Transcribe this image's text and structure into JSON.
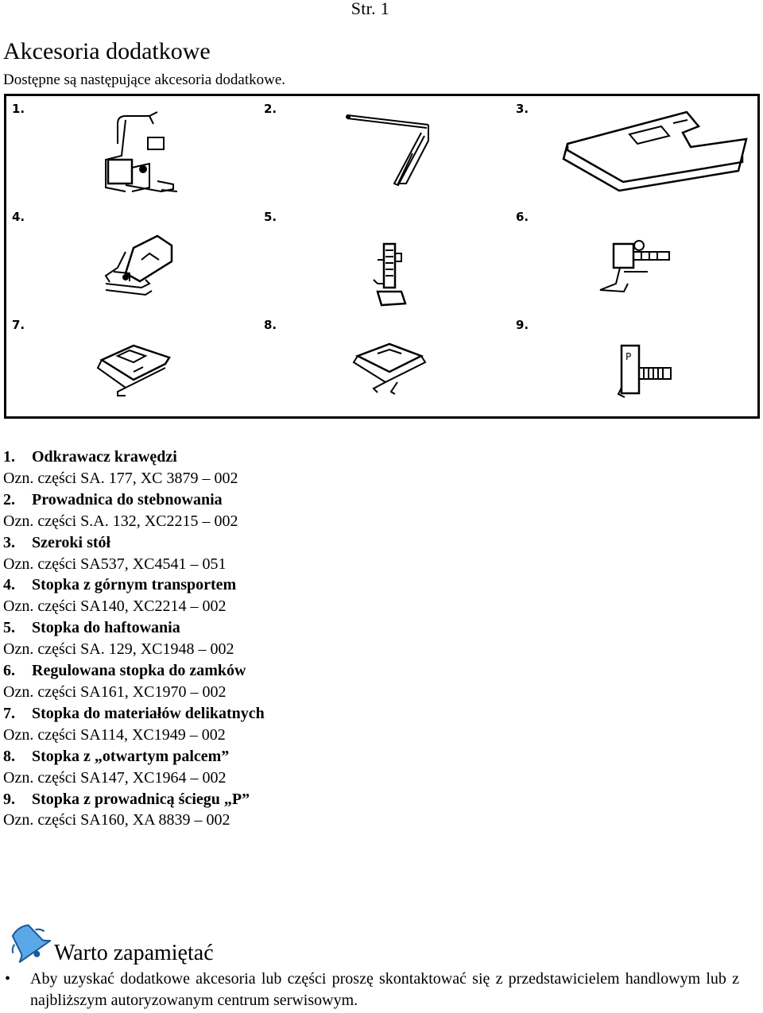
{
  "page": {
    "number": "Str. 1"
  },
  "title": "Akcesoria dodatkowe",
  "intro": "Dostępne są następujące akcesoria dodatkowe.",
  "figure": {
    "labels": [
      "1.",
      "2.",
      "3.",
      "4.",
      "5.",
      "6.",
      "7.",
      "8.",
      "9."
    ]
  },
  "accessories": [
    {
      "index": "1.",
      "name": "Odkrawacz krawędzi",
      "part": "Ozn. części SA. 177, XC 3879 – 002"
    },
    {
      "index": "2.",
      "name": "Prowadnica do stebnowania",
      "part": "Ozn. części S.A. 132, XC2215 – 002"
    },
    {
      "index": "3.",
      "name": "Szeroki stół",
      "part": "Ozn. części SA537, XC4541 – 051"
    },
    {
      "index": "4.",
      "name": "Stopka z górnym transportem",
      "part": "Ozn. części SA140, XC2214 – 002"
    },
    {
      "index": "5.",
      "name": "Stopka do haftowania",
      "part": "Ozn. części SA. 129, XC1948 – 002"
    },
    {
      "index": "6.",
      "name": "Regulowana stopka do zamków",
      "part": "Ozn. części SA161, XC1970 – 002"
    },
    {
      "index": "7.",
      "name": "Stopka do materiałów delikatnych",
      "part": "Ozn. części SA114, XC1949 – 002"
    },
    {
      "index": "8.",
      "name": "Stopka z „otwartym palcem”",
      "part": "Ozn. części SA147, XC1964 – 002"
    },
    {
      "index": "9.",
      "name": "Stopka z prowadnicą ściegu „P”",
      "part": "Ozn. części SA160, XA 8839 – 002"
    }
  ],
  "note": {
    "icon": "bell-icon",
    "title": "Warto zapamiętać",
    "bullet": "•",
    "items": [
      "Aby uzyskać dodatkowe akcesoria lub części proszę skontaktować się z przedstawicielem handlowym lub z najbliższym autoryzowanym centrum serwisowym."
    ]
  },
  "colors": {
    "text": "#000000",
    "icon": "#5aa8e6",
    "background": "#ffffff"
  }
}
